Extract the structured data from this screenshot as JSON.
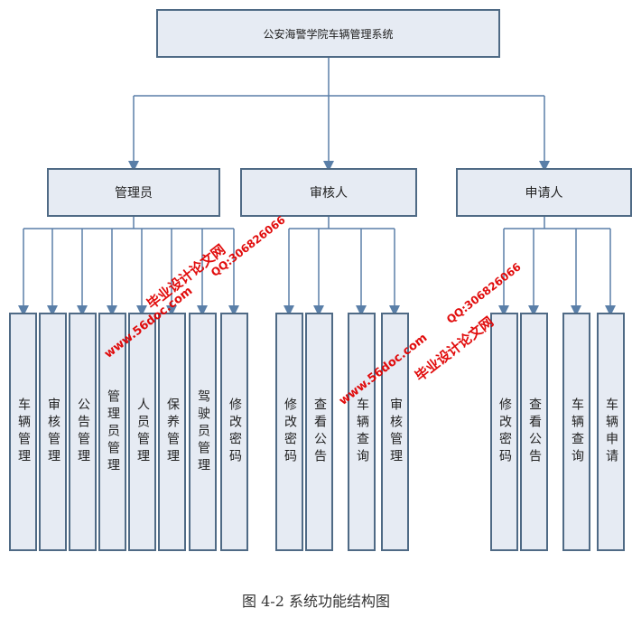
{
  "root": {
    "label": "公安海警学院车辆管理系统"
  },
  "groups": [
    {
      "label": "管理员",
      "children": [
        "车辆管理",
        "审核管理",
        "公告管理",
        "管理员管理",
        "人员管理",
        "保养管理",
        "驾驶员管理",
        "修改密码"
      ]
    },
    {
      "label": "审核人",
      "children": [
        "修改密码",
        "查看公告",
        "车辆查询",
        "审核管理"
      ]
    },
    {
      "label": "申请人",
      "children": [
        "修改密码",
        "查看公告",
        "车辆查询",
        "车辆申请"
      ]
    }
  ],
  "caption": "图 4-2 系统功能结构图",
  "watermarks": {
    "site": "www.56doc.com",
    "name": "毕业设计论文网",
    "qq": "QQ:306826066"
  },
  "colors": {
    "box_fill": "#e6ebf3",
    "border": "#4f6a85",
    "line": "#5a7fa8",
    "watermark": "#e00000"
  }
}
